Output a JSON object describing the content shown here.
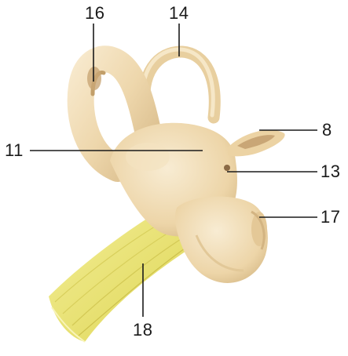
{
  "labels": {
    "l16": "16",
    "l14": "14",
    "l8": "8",
    "l11": "11",
    "l13": "13",
    "l17": "17",
    "l18": "18"
  },
  "colors": {
    "bone": "#efd9b1",
    "bone_shadow": "#d9bd8d",
    "bone_highlight": "#f8ecd3",
    "nerve": "#e8e27a",
    "nerve_shadow": "#cfc550",
    "leader": "#1a1a1a"
  }
}
